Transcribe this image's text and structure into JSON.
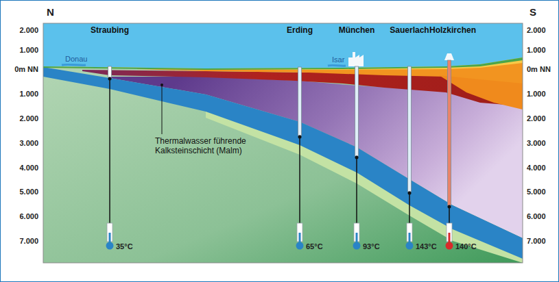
{
  "diagram": {
    "labels": [
      "N",
      "S",
      "2.000",
      "1.000",
      "0m NN",
      "1.000",
      "2.000",
      "3.000",
      "4.000",
      "5.000",
      "6.000",
      "7.000",
      "2.000",
      "1.000",
      "0m NN",
      "1.000",
      "2.000",
      "3.000",
      "4.000",
      "5.000",
      "6.000",
      "7.000",
      "Straubing",
      "Erding",
      "München",
      "Sauerlach",
      "Holzkirchen",
      "Donau",
      "Isar",
      "Thermalwasser führende Kalksteinschicht (Malm)",
      "35°C",
      "65°C",
      "93°C",
      "143°C",
      "140°C"
    ]
  }
}
